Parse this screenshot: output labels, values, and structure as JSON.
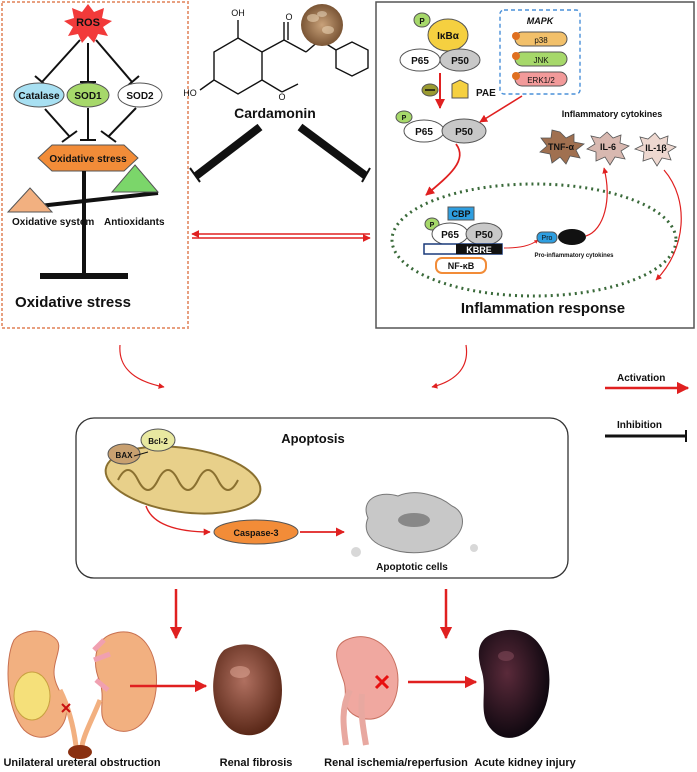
{
  "oxidative_panel": {
    "ros": "ROS",
    "catalase": "Catalase",
    "sod1": "SOD1",
    "sod2": "SOD2",
    "oxidative_stress_box": "Oxidative stress",
    "oxidative_system": "Oxidative system",
    "antioxidants": "Antioxidants",
    "title": "Oxidative stress"
  },
  "compound": {
    "name": "Cardamonin",
    "oh_top": "OH",
    "oh_left": "HO",
    "o_label": "O",
    "ome_label": "O"
  },
  "inflammation_panel": {
    "p_label": "P",
    "ikba": "IκBα",
    "p65": "P65",
    "p50": "P50",
    "pae": "PAE",
    "mapk": "MAPK",
    "p38": "p38",
    "jnk": "JNK",
    "erk": "ERK1/2",
    "cytokines_title": "Inflammatory cytokines",
    "tnf": "TNF-α",
    "il6": "IL-6",
    "il1b": "IL-1β",
    "cbp": "CBP",
    "kbre": "KBRE",
    "nfkb": "NF-κB",
    "pro": "Pro",
    "pro_cytokines": "Pro-inflammatory cytokines",
    "title": "Inflammation response"
  },
  "legend": {
    "activation": "Activation",
    "inhibition": "Inhibition"
  },
  "apoptosis_panel": {
    "title": "Apoptosis",
    "bax": "BAX",
    "bcl2": "Bcl-2",
    "caspase": "Caspase-3",
    "apoptotic_cells": "Apoptotic cells"
  },
  "bottom_labels": {
    "uuo": "Unilateral ureteral obstruction",
    "fibrosis": "Renal fibrosis",
    "ischemia": "Renal ischemia/reperfusion",
    "aki": "Acute kidney injury"
  },
  "colors": {
    "activation": "#e02020",
    "inhibition": "#111111",
    "panel_border_left": "#e8a080",
    "oxidative_box": "#f28c38",
    "ros": "#f23a3a",
    "catalase": "#a8e0f2",
    "sod1": "#a6d86a",
    "ikba": "#f5d040",
    "cbp": "#2e9ee0",
    "caspase": "#f28c38"
  }
}
